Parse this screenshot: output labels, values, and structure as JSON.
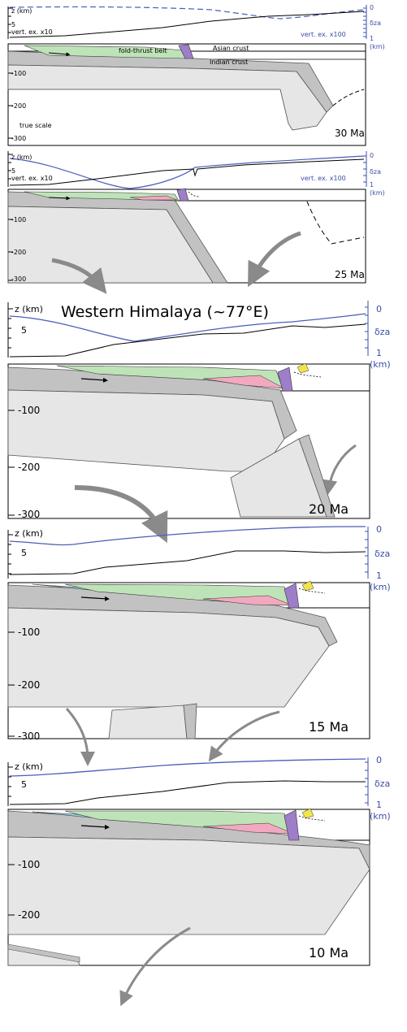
{
  "title": "Western Himalaya (~77°E)",
  "colors": {
    "topography": "#000000",
    "deflection": "#4a5fb8",
    "slab": "#e6e6e6",
    "slab_edge": "#999999",
    "lithosphere_band": "#bdbdbd",
    "fold_thrust_belt": "#bfe3b8",
    "pink_unit": "#f2a9c0",
    "purple_unit": "#9e7ec9",
    "yellow_unit": "#f0e44a",
    "blue_unit": "#8fc8dd",
    "arrow": "#8a8a8a"
  },
  "panels": [
    {
      "age": "30 Ma",
      "z_label": "z (km)",
      "z_tick": "5",
      "vert_ex_left": "vert. ex. x10",
      "vert_ex_right": "vert. ex. x100",
      "dz_label": "δza",
      "dz_ticks": [
        "0",
        "1"
      ],
      "dz_unit": "(km)",
      "crust_labels": [
        "fold-thrust belt",
        "Asian crust",
        "Indian crust"
      ],
      "depth_ticks": [
        "-100",
        "-200",
        "-300"
      ],
      "scale_note": "true scale"
    },
    {
      "age": "25 Ma",
      "z_label": "z (km)",
      "z_tick": "5",
      "vert_ex_left": "vert. ex. x10",
      "vert_ex_right": "vert. ex. x100",
      "dz_label": "δza",
      "dz_ticks": [
        "0",
        "1"
      ],
      "dz_unit": "(km)",
      "depth_ticks": [
        "-100",
        "-200",
        "-300"
      ]
    },
    {
      "age": "20 Ma",
      "z_label": "z (km)",
      "z_tick": "5",
      "dz_label": "δza",
      "dz_ticks": [
        "0",
        "1"
      ],
      "dz_unit": "(km)",
      "depth_ticks": [
        "-100",
        "-200",
        "-300"
      ]
    },
    {
      "age": "15 Ma",
      "z_label": "z (km)",
      "z_tick": "5",
      "dz_label": "δza",
      "dz_ticks": [
        "0",
        "1"
      ],
      "dz_unit": "(km)",
      "depth_ticks": [
        "-100",
        "-200",
        "-300"
      ]
    },
    {
      "age": "10 Ma",
      "z_label": "z (km)",
      "z_tick": "5",
      "dz_label": "δza",
      "dz_ticks": [
        "0",
        "1"
      ],
      "dz_unit": "(km)",
      "depth_ticks": [
        "-100",
        "-200"
      ]
    }
  ]
}
